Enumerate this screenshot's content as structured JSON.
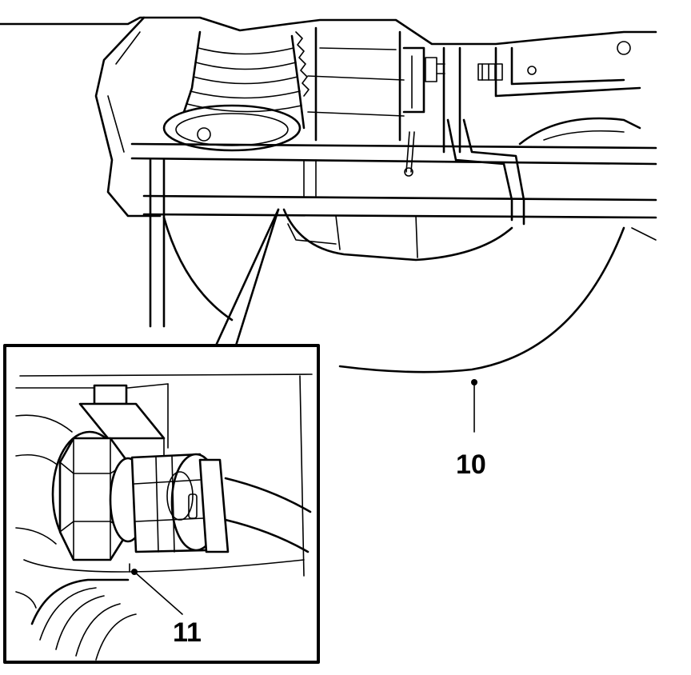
{
  "callouts": [
    {
      "id": "10",
      "label": "10"
    },
    {
      "id": "11",
      "label": "11"
    }
  ]
}
